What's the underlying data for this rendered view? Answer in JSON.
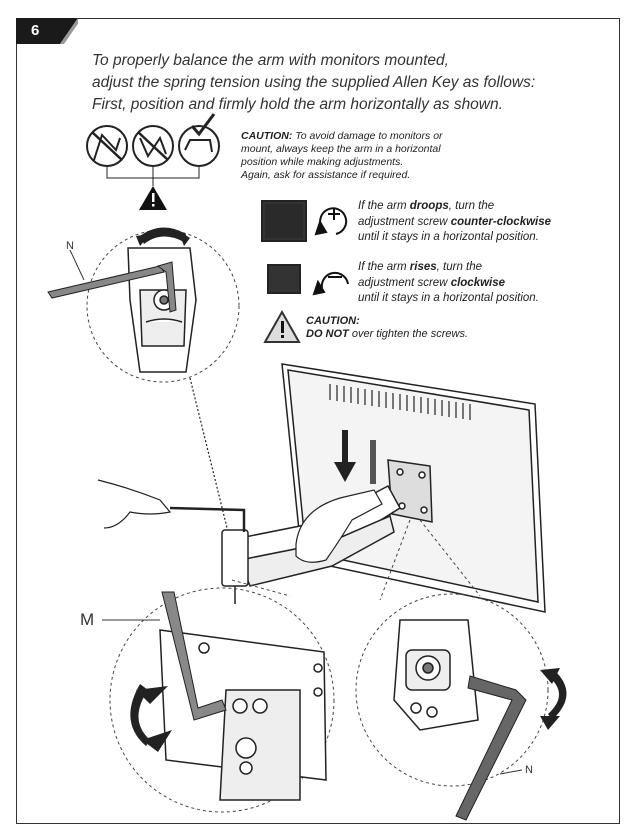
{
  "step": {
    "number": "6"
  },
  "intro": {
    "line1": "To properly balance the arm with monitors mounted,",
    "line2": "adjust the spring tension using the supplied Allen Key as follows:",
    "line3": "First, position and firmly hold the arm horizontally as shown."
  },
  "caution_top": {
    "title": "CAUTION:",
    "line1": "To avoid damage to monitors or",
    "line2": "mount,  always keep the arm in a horizontal",
    "line3": "position while making adjustments.",
    "line4": "Again, ask for assistance if required."
  },
  "droops": {
    "pre": "If the arm ",
    "keyword": "droops",
    "mid": ", turn the",
    "line2_pre": "adjustment screw ",
    "line2_keyword": "counter-clockwise",
    "line3": "until it stays in a horizontal position."
  },
  "rises": {
    "pre": "If the arm ",
    "keyword": "rises",
    "mid": ", turn the",
    "line2_pre": "adjustment screw ",
    "line2_keyword": "clockwise",
    "line3": "until it stays in a horizontal position."
  },
  "caution_bottom": {
    "title": "CAUTION:",
    "emph": "DO NOT",
    "rest": " over tighten the screws."
  },
  "labels": {
    "n_top": "N",
    "m": "M",
    "n_bottom": "N"
  },
  "icons": [
    "warning-triangle-icon",
    "plus-circle-arrow-icon",
    "minus-circle-arrow-icon",
    "rotate-arrow-icon",
    "check-icon",
    "cross-icon"
  ]
}
